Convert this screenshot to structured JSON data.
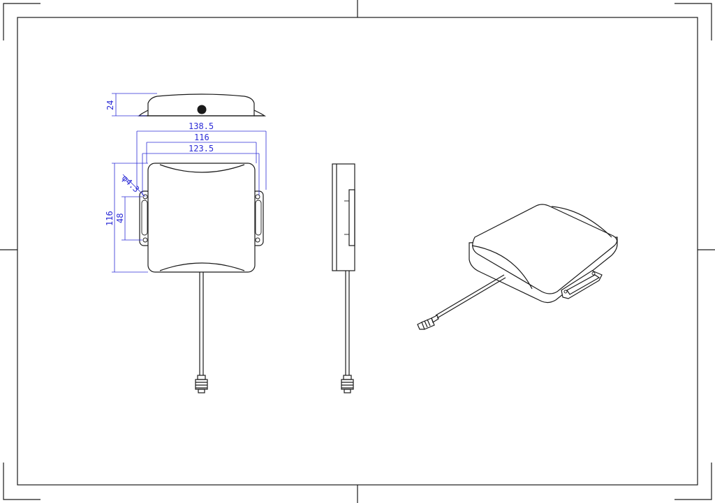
{
  "sheet": {
    "line_color": "#1a1a1a",
    "dimension_color": "#2b2bd6",
    "background": "#ffffff"
  },
  "dimensions": {
    "height": "24",
    "overall_width": "138.5",
    "body_width": "116",
    "hole_spacing": "123.5",
    "hole_diameter": "φ4.3",
    "body_height": "116",
    "slot_length": "48"
  }
}
